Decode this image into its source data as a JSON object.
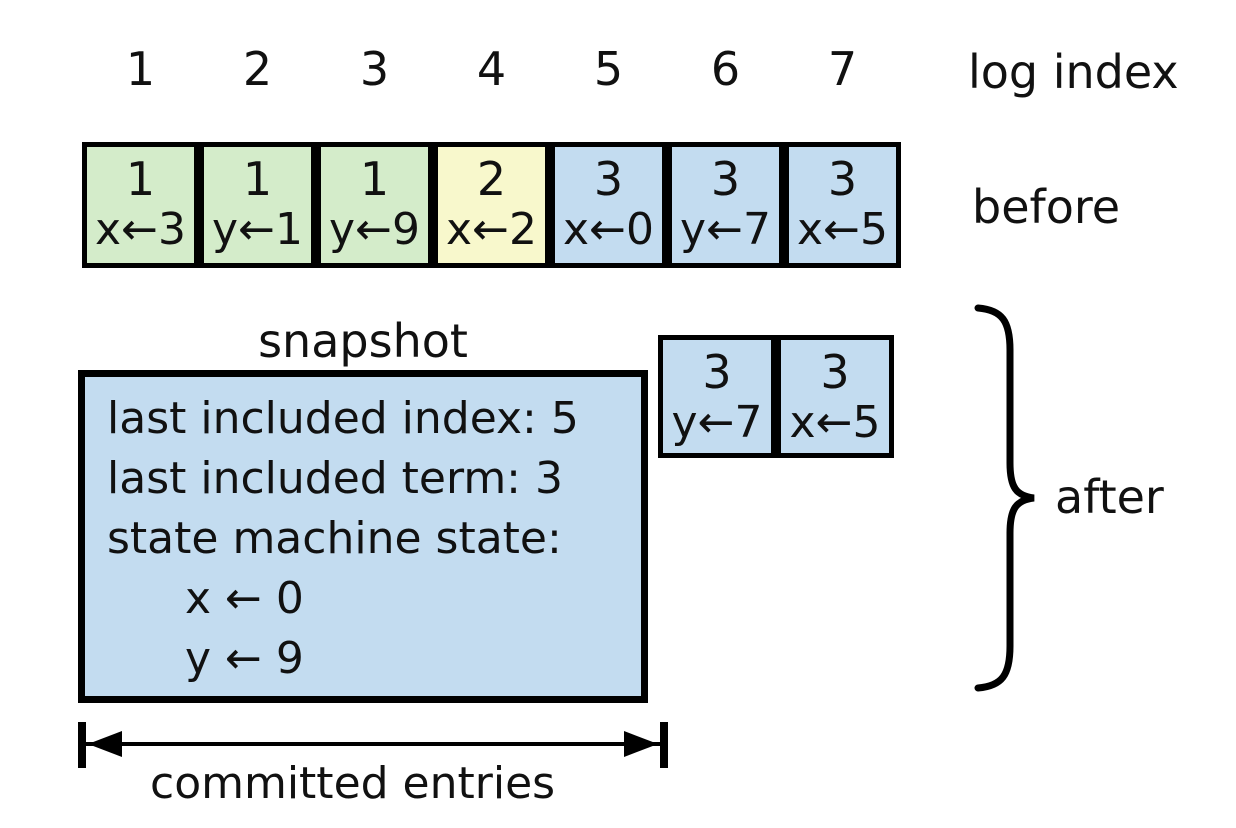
{
  "labels": {
    "log_index": "log index",
    "before": "before",
    "after": "after",
    "snapshot": "snapshot",
    "committed": "committed entries"
  },
  "log_indices": [
    "1",
    "2",
    "3",
    "4",
    "5",
    "6",
    "7"
  ],
  "before_entries": [
    {
      "term": "1",
      "cmd": "x←3",
      "color": "green"
    },
    {
      "term": "1",
      "cmd": "y←1",
      "color": "green"
    },
    {
      "term": "1",
      "cmd": "y←9",
      "color": "green"
    },
    {
      "term": "2",
      "cmd": "x←2",
      "color": "yellow"
    },
    {
      "term": "3",
      "cmd": "x←0",
      "color": "blue"
    },
    {
      "term": "3",
      "cmd": "y←7",
      "color": "blue"
    },
    {
      "term": "3",
      "cmd": "x←5",
      "color": "blue"
    }
  ],
  "after_entries": [
    {
      "term": "3",
      "cmd": "y←7",
      "color": "blue"
    },
    {
      "term": "3",
      "cmd": "x←5",
      "color": "blue"
    }
  ],
  "snapshot": {
    "lines": [
      "last included index: 5",
      "last included term: 3",
      "state machine state:"
    ],
    "state_lines": [
      "x ← 0",
      "y ← 9"
    ]
  },
  "colors": {
    "green": "#d4ecca",
    "yellow": "#f8f8cc",
    "blue": "#c3dcf0",
    "border": "#000000"
  }
}
